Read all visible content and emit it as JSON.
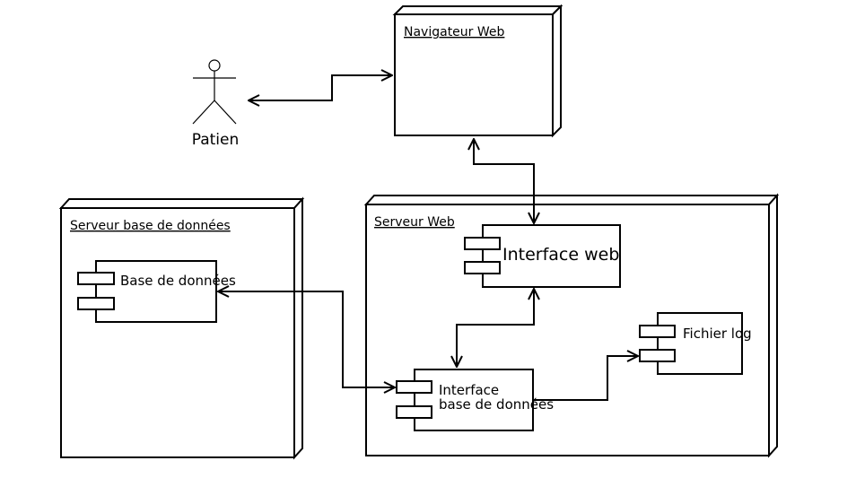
{
  "actor": {
    "label": "Patien"
  },
  "nodes": {
    "browser": {
      "label": "Navigateur Web"
    },
    "db_server": {
      "label": "Serveur base de données"
    },
    "web_server": {
      "label": "Serveur Web"
    }
  },
  "components": {
    "database": {
      "label": "Base de données"
    },
    "web_interface": {
      "label": "Interface web"
    },
    "log_file": {
      "label": "Fichier log"
    },
    "db_interface": {
      "line1": "Interface",
      "line2": "base de données"
    }
  }
}
